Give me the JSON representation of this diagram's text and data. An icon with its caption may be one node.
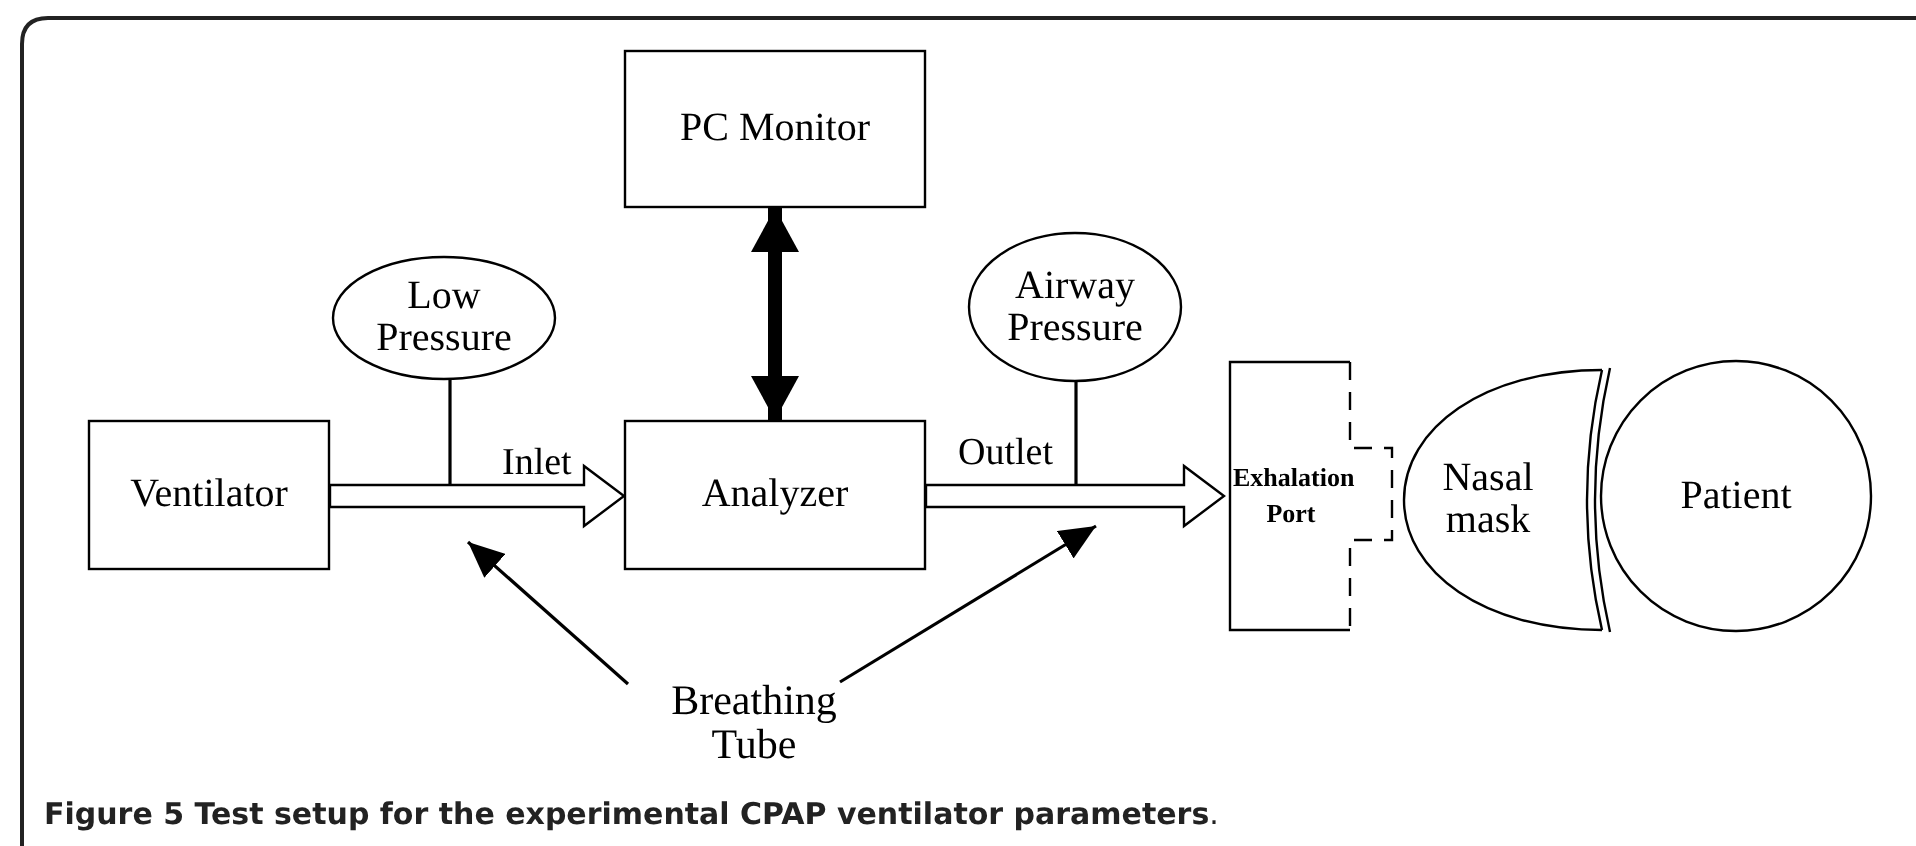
{
  "diagram": {
    "caption": "**Figure 5 Test setup for the experimental CPAP ventilator parameters**.",
    "nodes": [
      {
        "text": [
          "PC Monitor"
        ]
      },
      {
        "text": [
          "Low Pressure"
        ]
      },
      {
        "text": [
          "Airway Pressure"
        ]
      },
      {
        "text": [
          "Ventilator"
        ]
      },
      {
        "text": [
          "Analyzer"
        ]
      },
      {
        "text": [
          "Exhalation Port"
        ]
      },
      {
        "text": [
          "Nasal mask"
        ]
      },
      {
        "text": [
          "Patient"
        ]
      },
      {
        "text": [
          "Breathing Tube"
        ]
      }
    ],
    "edges": [
      {
        "from": 0,
        "to": 4,
        "arrow": "both",
        "style": "thick"
      },
      {
        "from": 3,
        "to": 4,
        "arrow": "to",
        "label": "Inlet"
      },
      {
        "from": 4,
        "to": 5,
        "arrow": "to",
        "label": "Outlet"
      },
      {
        "from": 1,
        "to": null,
        "arrow": "none"
      },
      {
        "from": 2,
        "to": null,
        "arrow": "none"
      },
      {
        "from": 8,
        "to": null,
        "arrow": "to"
      },
      {
        "from": 8,
        "to": null,
        "arrow": "to"
      }
    ]
  }
}
